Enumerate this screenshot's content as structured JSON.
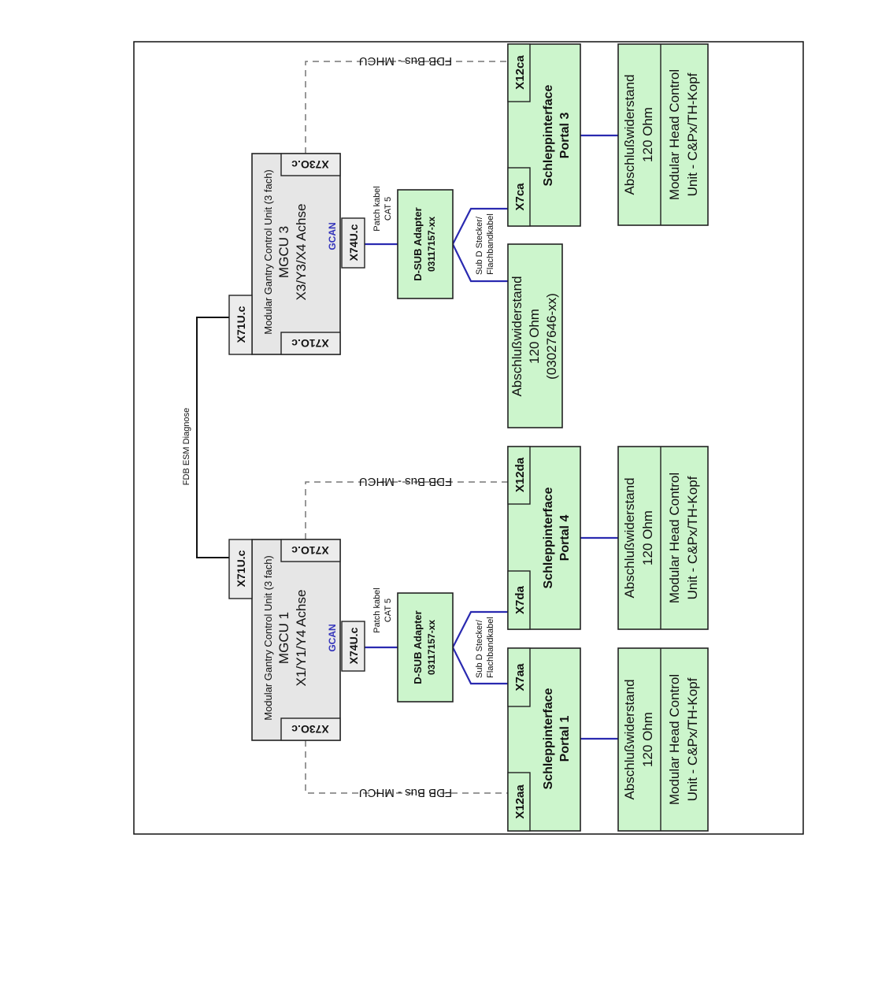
{
  "diagram": {
    "mgcu_3": {
      "subtitle": "Modular Gantry Control Unit (3 fach)",
      "title": "MGCU 3",
      "axes": "X3/Y3/X4 Achse",
      "gcan": "GCAN",
      "port_x71u": "X71U.c",
      "port_x73o": "X73O.c",
      "port_x71o": "X71O.c",
      "port_x74u": "X74U.c"
    },
    "mgcu_1": {
      "subtitle": "Modular Gantry Control Unit (3 fach)",
      "title": "MGCU 1",
      "axes": "X1/Y1/Y4 Achse",
      "gcan": "GCAN",
      "port_x71u": "X71U.c",
      "port_x71o": "X71O.c",
      "port_x73o": "X73O.c",
      "port_x74u": "X74U.c"
    },
    "link_label_fdb_esm": "FDB ESM Diagnose",
    "patch_cable": {
      "line1": "Patch kabel",
      "line2": "CAT 5"
    },
    "sub_d_cable": {
      "line1": "Sub D Stecker/",
      "line2": "Flachbandkabel"
    },
    "dsub_adapter_top": {
      "line1": "D-SUB Adapter",
      "line2": "03117157-xx"
    },
    "dsub_adapter_bottom": {
      "line1": "D-SUB Adapter",
      "line2": "03117157-xx"
    },
    "fdb_bus_label": "FDB Bus - MHCU",
    "terminator_standalone": {
      "line1": "Abschlußwiderstand",
      "line2": "120 Ohm",
      "line3": "(03027646-xx)"
    },
    "portals": [
      {
        "line1": "Schleppinterface",
        "line2": "Portal 3",
        "port_a": "X7ca",
        "port_b": "X12ca"
      },
      {
        "line1": "Schleppinterface",
        "line2": "Portal 4",
        "port_a": "X7da",
        "port_b": "X12da"
      },
      {
        "line1": "Schleppinterface",
        "line2": "Portal 1",
        "port_a": "X7aa",
        "port_b": "X12aa"
      }
    ],
    "heads": [
      {
        "term_line1": "Abschlußwiderstand",
        "term_line2": "120 Ohm",
        "mhcu_line1": "Modular Head Control",
        "mhcu_line2": "Unit - C&Px/TH-Kopf"
      },
      {
        "term_line1": "Abschlußwiderstand",
        "term_line2": "120 Ohm",
        "mhcu_line1": "Modular Head Control",
        "mhcu_line2": "Unit - C&Px/TH-Kopf"
      },
      {
        "term_line1": "Abschlußwiderstand",
        "term_line2": "120 Ohm",
        "mhcu_line1": "Modular Head Control",
        "mhcu_line2": "Unit - C&Px/TH-Kopf"
      }
    ],
    "colors": {
      "module_fill": "#ccf5cc",
      "controller_fill": "#e6e6e6",
      "can_line": "#2a2ab0",
      "gcan_label": "#3333bb"
    }
  }
}
